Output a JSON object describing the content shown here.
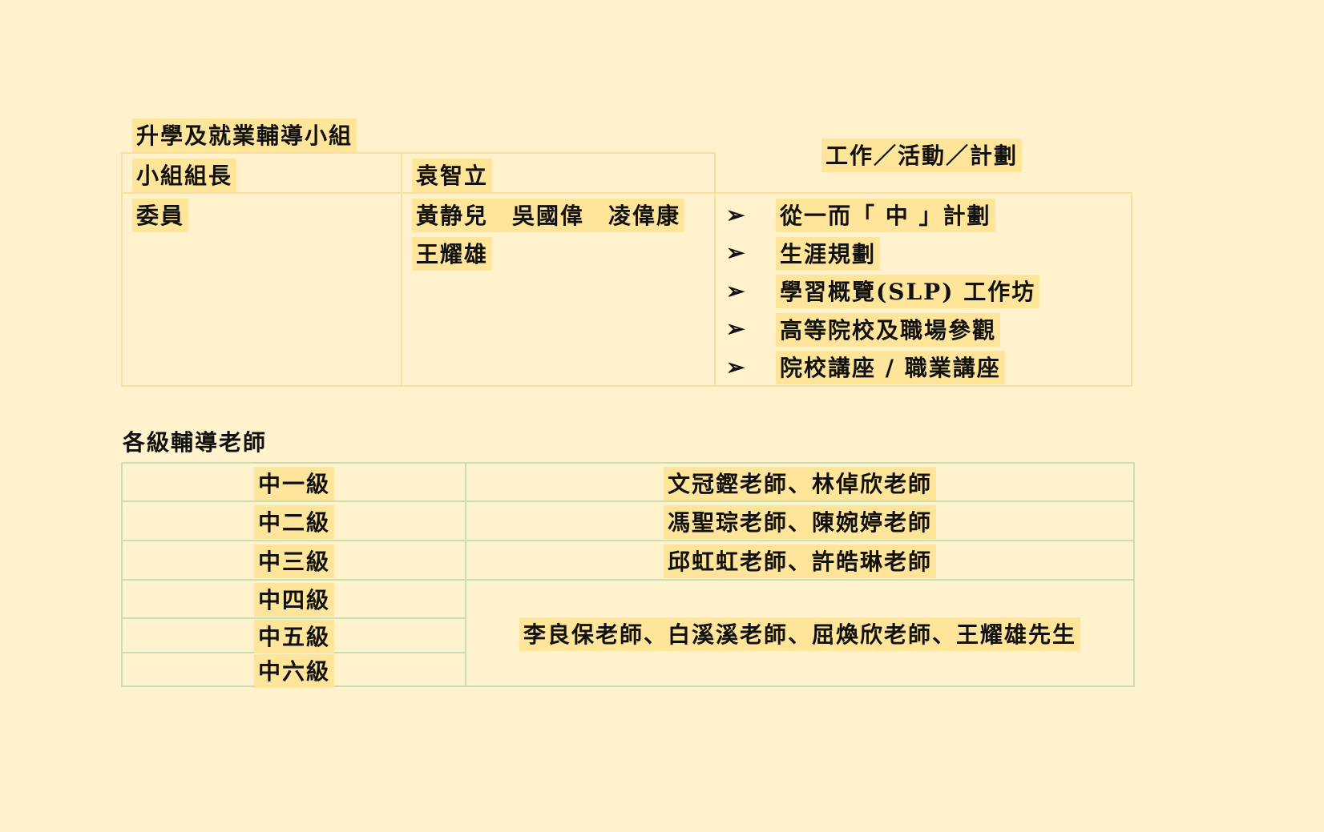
{
  "group": {
    "title": "升學及就業輔導小組",
    "leader_label": "小組組長",
    "leader_name": "袁智立",
    "members_label": "委員",
    "members_line1": "黃静兒　吳國偉　凌偉康",
    "members_line2": "王耀雄",
    "work_header": "工作／活動／計劃",
    "activities": [
      "從一而「 中 」計劃",
      "生涯規劃",
      "學習概覽(SLP) 工作坊",
      "高等院校及職場參觀",
      "院校講座 / 職業講座"
    ],
    "bullet_glyph": "➢"
  },
  "grades": {
    "title": "各級輔導老師",
    "rows": [
      {
        "level": "中一級",
        "teachers": "文冠鏗老師、林倬欣老師"
      },
      {
        "level": "中二級",
        "teachers": "馮聖琮老師、陳婉婷老師"
      },
      {
        "level": "中三級",
        "teachers": "邱虹虹老師、許皓琳老師"
      },
      {
        "level": "中四級"
      },
      {
        "level": "中五級"
      },
      {
        "level": "中六級"
      }
    ],
    "senior_teachers": "李良保老師、白溪溪老師、屈煥欣老師、王耀雄先生"
  },
  "colors": {
    "page_background": "#fff2cc",
    "highlight": "#ffe59a",
    "group_table_border": "#f7e1a0",
    "grade_table_border": "#c5e0b4"
  }
}
